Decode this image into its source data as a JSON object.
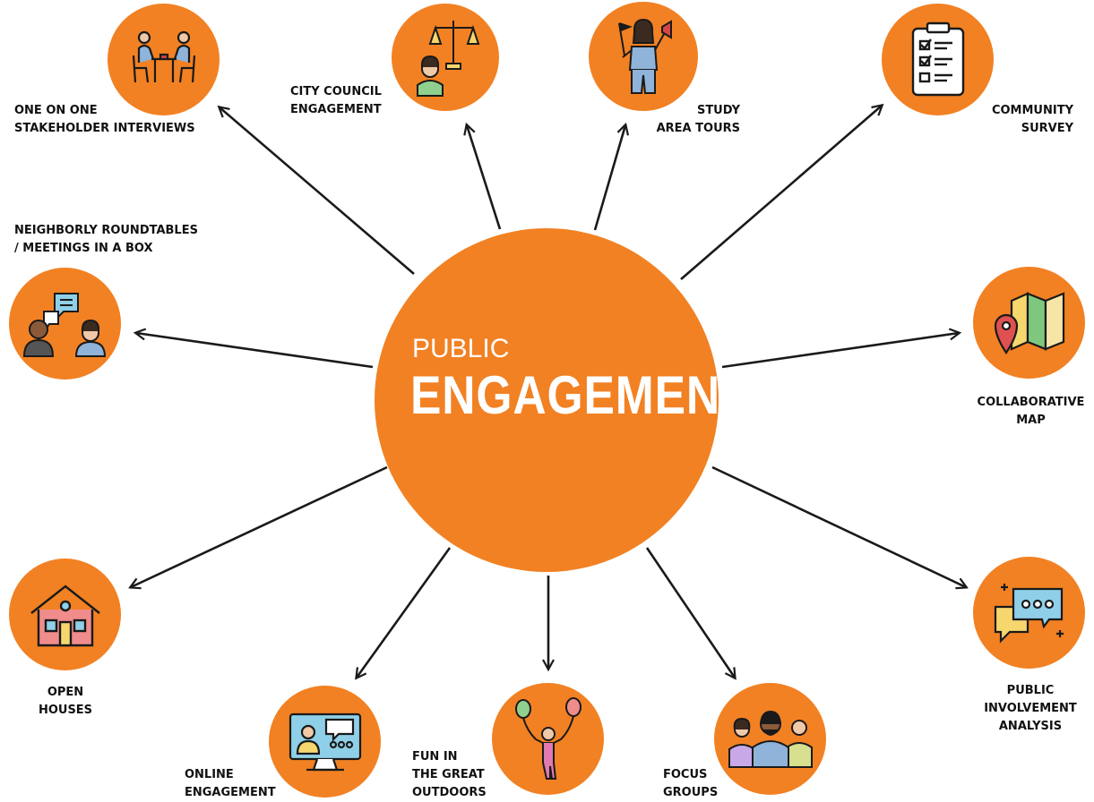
{
  "center": {
    "line1": "PUBLIC",
    "line2": "ENGAGEMENT"
  },
  "colors": {
    "accent": "#f28123",
    "arrow": "#1a1a1a",
    "text": "#111111"
  },
  "nodes": [
    {
      "id": "interviews",
      "icon": "interview-table-icon",
      "lines": [
        "ONE ON ONE",
        "STAKEHOLDER INTERVIEWS"
      ]
    },
    {
      "id": "council",
      "icon": "scales-of-justice-icon",
      "lines": [
        "CITY COUNCIL",
        "ENGAGEMENT"
      ]
    },
    {
      "id": "tours",
      "icon": "tour-guide-icon",
      "lines": [
        "STUDY",
        "AREA TOURS"
      ]
    },
    {
      "id": "survey",
      "icon": "clipboard-checklist-icon",
      "lines": [
        "COMMUNITY",
        "SURVEY"
      ]
    },
    {
      "id": "roundtables",
      "icon": "conversation-icon",
      "lines": [
        "NEIGHBORLY ROUNDTABLES",
        "/ MEETINGS IN A BOX"
      ]
    },
    {
      "id": "map",
      "icon": "folded-map-pin-icon",
      "lines": [
        "COLLABORATIVE",
        "MAP"
      ]
    },
    {
      "id": "openhouses",
      "icon": "house-icon",
      "lines": [
        "OPEN",
        "HOUSES"
      ]
    },
    {
      "id": "analysis",
      "icon": "speech-bubbles-icon",
      "lines": [
        "PUBLIC",
        "INVOLVEMENT",
        "ANALYSIS"
      ]
    },
    {
      "id": "online",
      "icon": "computer-chat-icon",
      "lines": [
        "ONLINE",
        "ENGAGEMENT"
      ]
    },
    {
      "id": "outdoors",
      "icon": "balloons-person-icon",
      "lines": [
        "FUN IN",
        "THE GREAT",
        "OUTDOORS"
      ]
    },
    {
      "id": "focus",
      "icon": "group-people-icon",
      "lines": [
        "FOCUS",
        "GROUPS"
      ]
    }
  ]
}
